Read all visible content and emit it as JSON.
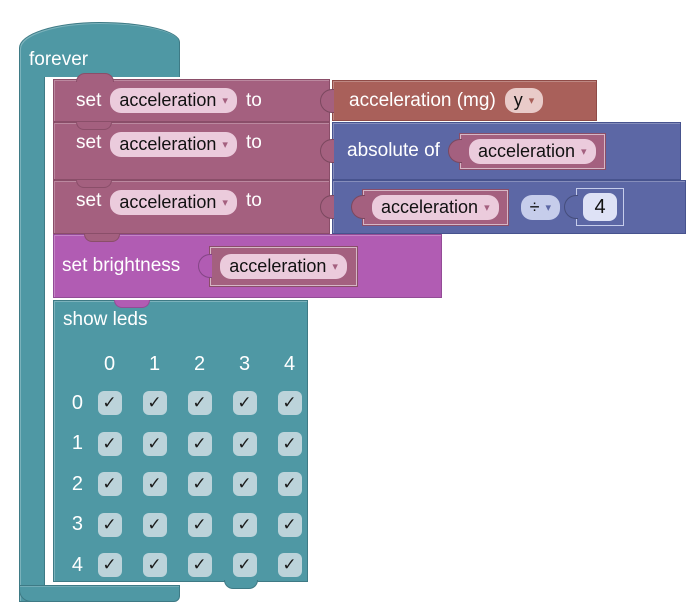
{
  "palette": {
    "teal": "#4F98A4",
    "tealBorder": "#3E7A85",
    "mauve": "#A4607F",
    "mauveBorder": "#8A4E69",
    "brown": "#A9605A",
    "brownBorder": "#8F4B47",
    "blue": "#5C67A5",
    "blueBorder": "#47538E",
    "magenta": "#B15CB3",
    "magentaBorder": "#934C96",
    "pillPink": "#EBCBDC",
    "pillSalmon": "#E9CBC9",
    "pillBlue": "#C6CDEB",
    "numField": "#DEE2F6",
    "checkboxBg": "#BCD3DA"
  },
  "ui": {
    "dropdown_arrow": "▾",
    "check": "✓"
  },
  "forever": {
    "label": "forever"
  },
  "rows": [
    {
      "set_label": "set",
      "var_value": "acceleration",
      "to_label": "to",
      "value": {
        "label": "acceleration (mg)",
        "dropdown": "y"
      }
    },
    {
      "set_label": "set",
      "var_value": "acceleration",
      "to_label": "to",
      "value": {
        "label": "absolute of",
        "var": "acceleration"
      }
    },
    {
      "set_label": "set",
      "var_value": "acceleration",
      "to_label": "to",
      "value": {
        "var": "acceleration",
        "op": "÷",
        "number": "4"
      }
    }
  ],
  "brightness": {
    "label": "set brightness",
    "var": "acceleration"
  },
  "leds": {
    "label": "show leds",
    "col_headers": [
      "0",
      "1",
      "2",
      "3",
      "4"
    ],
    "row_labels": [
      "0",
      "1",
      "2",
      "3",
      "4"
    ],
    "grid": [
      [
        true,
        true,
        true,
        true,
        true
      ],
      [
        true,
        true,
        true,
        true,
        true
      ],
      [
        true,
        true,
        true,
        true,
        true
      ],
      [
        true,
        true,
        true,
        true,
        true
      ],
      [
        true,
        true,
        true,
        true,
        true
      ]
    ]
  }
}
